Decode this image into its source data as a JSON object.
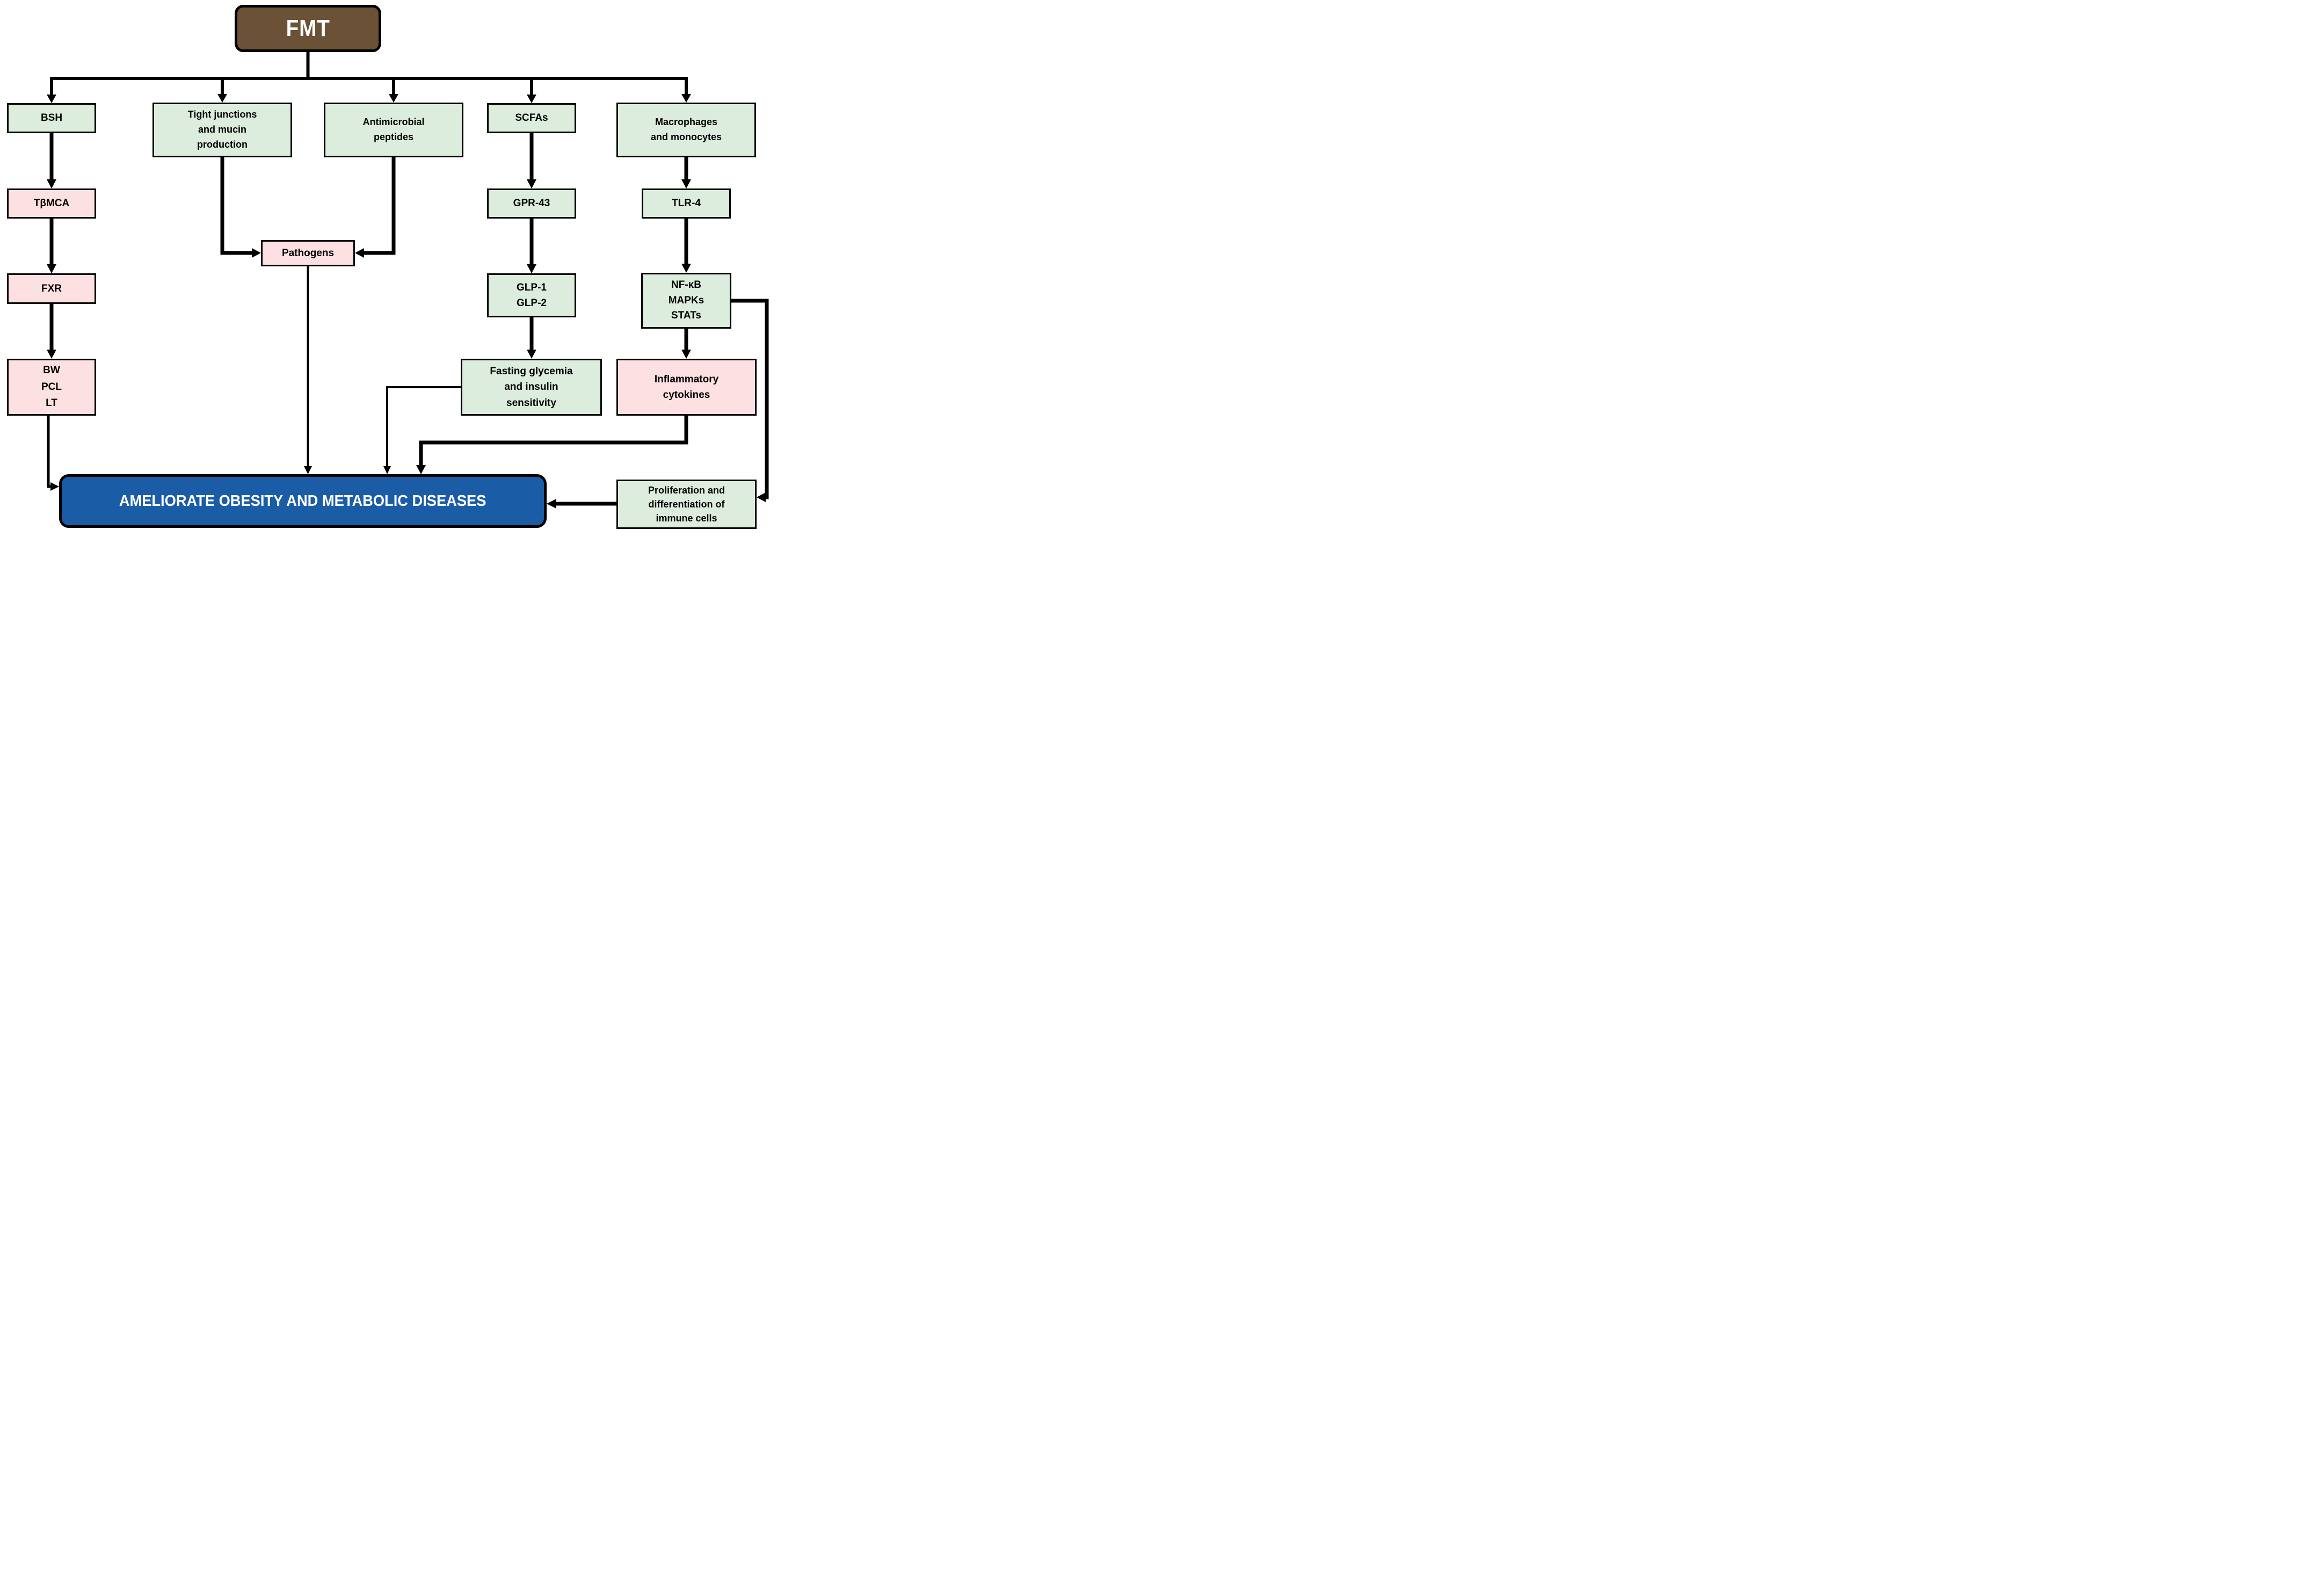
{
  "diagram": {
    "type": "flowchart",
    "background": "#ffffff"
  },
  "colors": {
    "green": "#dcecdd",
    "pink": "#fce0e2",
    "brown": "#6b5237",
    "blue": "#1b5ca7",
    "line": "#000000",
    "text": "#000000",
    "bg": "#ffffff"
  },
  "nodes": {
    "fmt": {
      "label": "FMT",
      "color_key": "brown"
    },
    "bsh": {
      "label": "BSH",
      "color_key": "green"
    },
    "tight_junctions": {
      "label": "Tight junctions\nand mucin\nproduction",
      "color_key": "green"
    },
    "antimicrobial_peptides": {
      "label": "Antimicrobial\npeptides",
      "color_key": "green"
    },
    "scfas": {
      "label": "SCFAs",
      "color_key": "green"
    },
    "macrophages": {
      "label": "Macrophages\nand monocytes",
      "color_key": "green"
    },
    "tbmca": {
      "label": "TβMCA",
      "color_key": "pink"
    },
    "gpr43": {
      "label": "GPR-43",
      "color_key": "green"
    },
    "tlr4": {
      "label": "TLR-4",
      "color_key": "green"
    },
    "pathogens": {
      "label": "Pathogens",
      "color_key": "pink"
    },
    "fxr": {
      "label": "FXR",
      "color_key": "pink"
    },
    "glp": {
      "label": "GLP-1\nGLP-2",
      "color_key": "green"
    },
    "nfkb": {
      "label": "NF-κB\nMAPKs\nSTATs",
      "color_key": "green"
    },
    "bw_pcl_lt": {
      "label": "BW\nPCL\nLT",
      "color_key": "pink"
    },
    "fasting_glycemia": {
      "label": "Fasting glycemia\nand insulin\nsensitivity",
      "color_key": "green"
    },
    "inflammatory_cytokines": {
      "label": "Inflammatory\ncytokines",
      "color_key": "pink"
    },
    "proliferation": {
      "label": "Proliferation and\ndifferentiation of\nimmune cells",
      "color_key": "green"
    },
    "outcome": {
      "label": "AMELIORATE OBESITY AND METABOLIC DISEASES",
      "color_key": "blue"
    }
  },
  "edges": [
    {
      "from": "fmt",
      "to": "bsh"
    },
    {
      "from": "fmt",
      "to": "tight_junctions"
    },
    {
      "from": "fmt",
      "to": "antimicrobial_peptides"
    },
    {
      "from": "fmt",
      "to": "scfas"
    },
    {
      "from": "fmt",
      "to": "macrophages"
    },
    {
      "from": "bsh",
      "to": "tbmca"
    },
    {
      "from": "tbmca",
      "to": "fxr"
    },
    {
      "from": "fxr",
      "to": "bw_pcl_lt"
    },
    {
      "from": "bw_pcl_lt",
      "to": "outcome"
    },
    {
      "from": "tight_junctions",
      "to": "pathogens"
    },
    {
      "from": "antimicrobial_peptides",
      "to": "pathogens"
    },
    {
      "from": "pathogens",
      "to": "outcome"
    },
    {
      "from": "scfas",
      "to": "gpr43"
    },
    {
      "from": "gpr43",
      "to": "glp"
    },
    {
      "from": "glp",
      "to": "fasting_glycemia"
    },
    {
      "from": "fasting_glycemia",
      "to": "outcome"
    },
    {
      "from": "macrophages",
      "to": "tlr4"
    },
    {
      "from": "tlr4",
      "to": "nfkb"
    },
    {
      "from": "nfkb",
      "to": "inflammatory_cytokines"
    },
    {
      "from": "nfkb",
      "to": "proliferation"
    },
    {
      "from": "inflammatory_cytokines",
      "to": "outcome"
    },
    {
      "from": "proliferation",
      "to": "outcome"
    }
  ]
}
